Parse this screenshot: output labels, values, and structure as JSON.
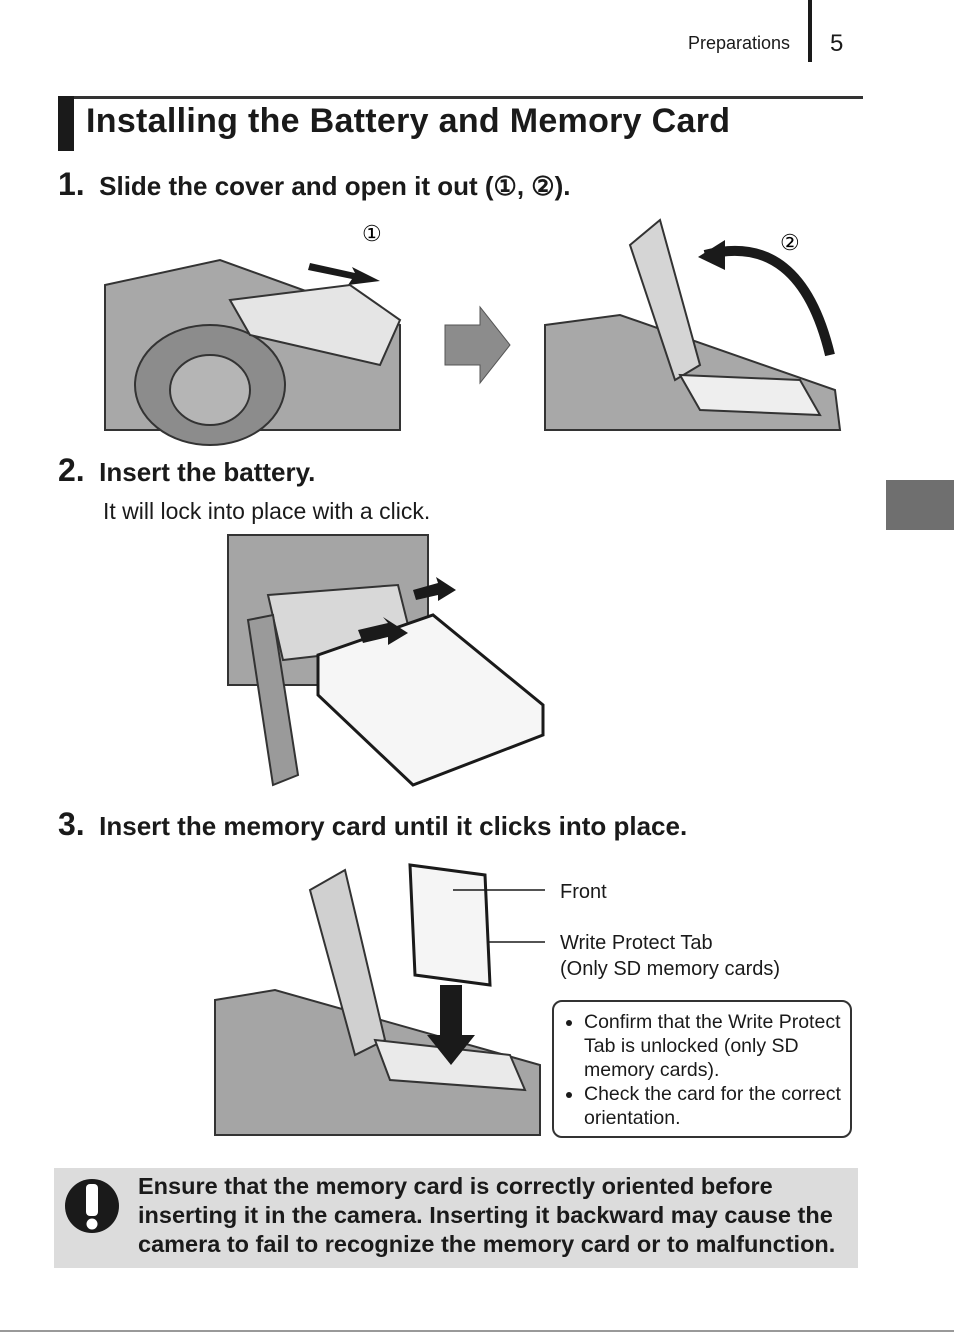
{
  "header": {
    "section": "Preparations",
    "page_number": "5"
  },
  "title": "Installing the Battery and Memory Card",
  "steps": [
    {
      "number": "1.",
      "text": "Slide the cover and open it out (①, ②)."
    },
    {
      "number": "2.",
      "text": "Insert the battery.",
      "sub": "It will lock into place with a click."
    },
    {
      "number": "3.",
      "text": "Insert the memory card until it clicks into place."
    }
  ],
  "callouts": {
    "c1": "①",
    "c2": "②"
  },
  "card_labels": {
    "front": "Front",
    "write_protect": "Write Protect Tab",
    "write_protect_note": "(Only SD memory cards)"
  },
  "notes": [
    "Confirm that the Write Protect Tab is unlocked (only SD memory cards).",
    "Check the card for the correct orientation."
  ],
  "caution": "Ensure that the memory card is correctly oriented before inserting it in the camera. Inserting it backward may cause the camera to fail to recognize the memory card or to malfunction.",
  "colors": {
    "text": "#1a1a1a",
    "caution_bg": "#dcdcdc",
    "side_tab": "#6f6f6f",
    "illustration": "#9a9a9a"
  }
}
